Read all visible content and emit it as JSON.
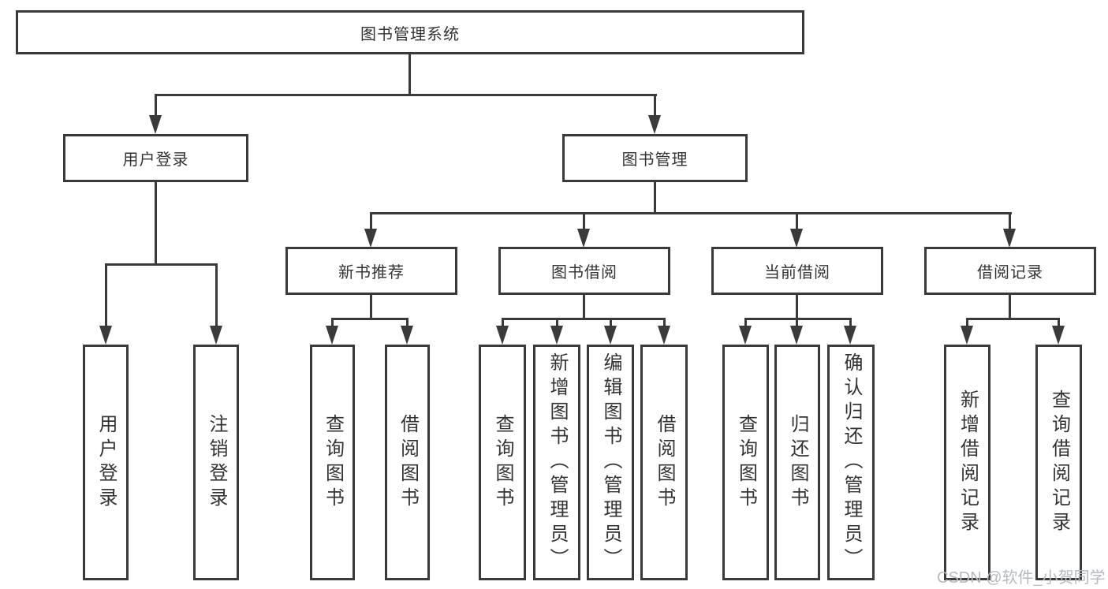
{
  "colors": {
    "line": "#3a3a3a",
    "text": "#333333",
    "background": "#ffffff",
    "watermark": "#b6bac1"
  },
  "root": {
    "label": "图书管理系统"
  },
  "left": {
    "label": "用户登录",
    "children": [
      {
        "label": "用户登录"
      },
      {
        "label": "注销登录"
      }
    ]
  },
  "right": {
    "label": "图书管理",
    "groups": [
      {
        "label": "新书推荐",
        "children": [
          {
            "label": "查询图书"
          },
          {
            "label": "借阅图书"
          }
        ]
      },
      {
        "label": "图书借阅",
        "children": [
          {
            "label": "查询图书"
          },
          {
            "label": "新增图书（管理员）"
          },
          {
            "label": "编辑图书（管理员）"
          },
          {
            "label": "借阅图书"
          }
        ]
      },
      {
        "label": "当前借阅",
        "children": [
          {
            "label": "查询图书"
          },
          {
            "label": "归还图书"
          },
          {
            "label": "确认归还（管理员）"
          }
        ]
      },
      {
        "label": "借阅记录",
        "children": [
          {
            "label": "新增借阅记录"
          },
          {
            "label": "查询借阅记录"
          }
        ]
      }
    ]
  },
  "watermark": {
    "text": "CSDN @软件_小贺同学"
  }
}
